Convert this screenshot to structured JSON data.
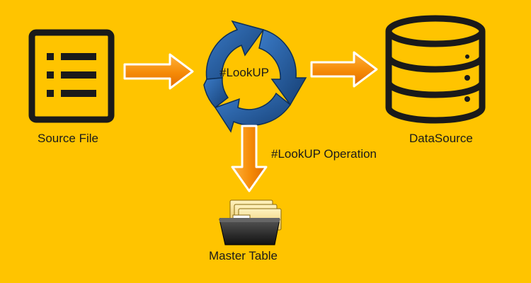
{
  "source_file": {
    "label": "Source File",
    "icon": "list-document-icon"
  },
  "lookup": {
    "label": "#LookUP",
    "icon": "refresh-cycle-icon"
  },
  "datasource": {
    "label": "DataSource",
    "icon": "database-icon"
  },
  "operation": {
    "label": "#LookUP Operation"
  },
  "master_table": {
    "label": "Master Table",
    "icon": "card-file-box-icon"
  },
  "colors": {
    "background": "#FFC400",
    "icon_stroke": "#1a1a1a",
    "arrow_orange": "#F58A07",
    "cycle_blue": "#1F5A9A"
  }
}
